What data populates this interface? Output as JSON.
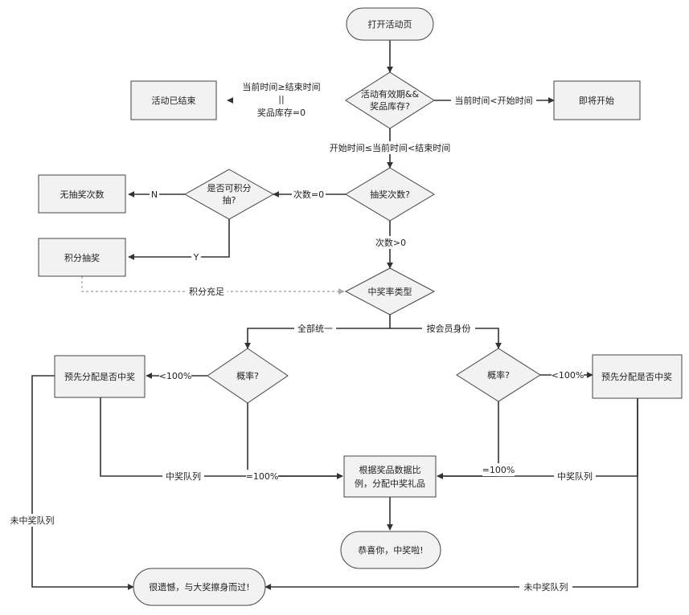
{
  "nodes": {
    "start": "打开活动页",
    "valid_check_l1": "活动有效期&&",
    "valid_check_l2": "奖品库存?",
    "ended": "活动已结束",
    "coming": "即将开始",
    "count_check": "抽奖次数?",
    "points_check_l1": "是否可积分",
    "points_check_l2": "抽?",
    "no_chances": "无抽奖次数",
    "points_draw": "积分抽奖",
    "rate_type": "中奖率类型",
    "prob_left": "概率?",
    "prob_right": "概率?",
    "preassign_left": "预先分配是否中奖",
    "preassign_right": "预先分配是否中奖",
    "allocate_l1": "根据奖品数据比",
    "allocate_l2": "例，分配中奖礼品",
    "win": "恭喜你，中奖啦!",
    "lose": "很遗憾，与大奖擦身而过!"
  },
  "edges": {
    "ended_cond_l1": "当前时间≥结束时间",
    "ended_cond_l2": "||",
    "ended_cond_l3": "奖品库存=0",
    "coming_cond": "当前时间<开始时间",
    "active_cond": "开始时间≤当前时间<结束时间",
    "count_zero": "次数=0",
    "count_pos": "次数>0",
    "no": "N",
    "yes": "Y",
    "points_enough": "积分充足",
    "all_same": "全部统一",
    "by_member": "按会员身份",
    "lt100_left": "<100%",
    "lt100_right": "<100%",
    "eq100_left": "=100%",
    "eq100_right": "=100%",
    "win_queue_left": "中奖队列",
    "win_queue_right": "中奖队列",
    "lose_queue_left": "未中奖队列",
    "lose_queue_right": "未中奖队列"
  }
}
